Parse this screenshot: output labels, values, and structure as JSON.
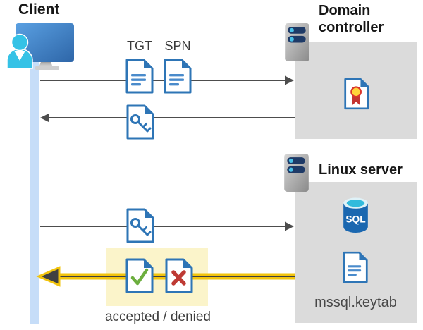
{
  "client": {
    "label": "Client"
  },
  "domain_controller": {
    "title": "Domain controller"
  },
  "linux_server": {
    "title": "Linux server",
    "sql_label": "SQL",
    "keytab_label": "mssql.keytab"
  },
  "messages": {
    "tgt_label": "TGT",
    "spn_label": "SPN",
    "result_label": "accepted / denied"
  },
  "flows": [
    {
      "from": "Client",
      "to": "Domain controller",
      "items": [
        "TGT",
        "SPN"
      ],
      "direction": "right"
    },
    {
      "from": "Domain controller",
      "to": "Client",
      "items": [
        "ticket-key-document"
      ],
      "direction": "left"
    },
    {
      "from": "Client",
      "to": "Linux server",
      "items": [
        "ticket-key-document"
      ],
      "direction": "right"
    },
    {
      "from": "Linux server",
      "to": "Client",
      "items": [
        "accepted-document",
        "denied-document"
      ],
      "direction": "left",
      "highlighted": true
    }
  ],
  "icons": [
    "client-workstation-icon",
    "server-icon",
    "tgt-document-icon",
    "spn-document-icon",
    "ticket-key-document-icon",
    "certificate-document-icon",
    "sql-database-icon",
    "accepted-document-icon",
    "denied-document-icon",
    "keytab-document-icon"
  ],
  "colors": {
    "doc_blue": "#2E75B6",
    "line_blue": "#4A8BCB",
    "timeline_blue": "#C6DDF8",
    "box_gray": "#DBDBDB",
    "highlight_yellow": "#FBF4CA",
    "arrow_gray": "#4D4D4D",
    "arrow_yellow": "#F2C40D",
    "check_green": "#6CAE3E",
    "cross_red": "#BE3A34",
    "seal_yellow": "#FFD33A",
    "ribbon_red": "#C43431",
    "server_pill_navy": "#1E3A67",
    "sql_body_blue": "#1A67B0",
    "sql_top_cyan": "#32BBDC",
    "person_cyan": "#35C2E6"
  }
}
